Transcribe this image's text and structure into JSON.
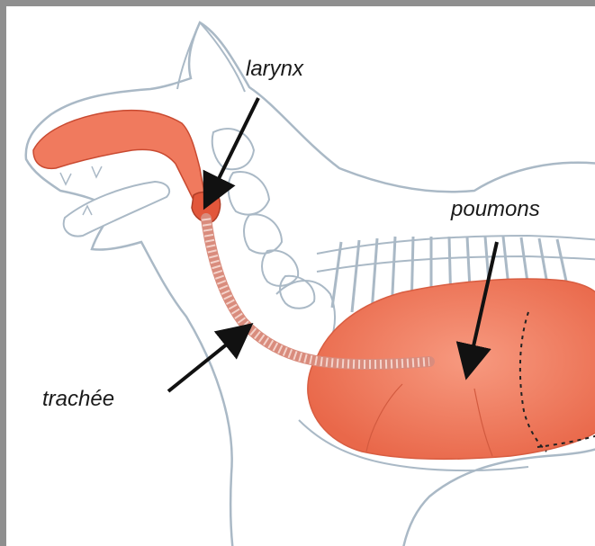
{
  "labels": {
    "larynx": "larynx",
    "poumons": "poumons",
    "trachee": "trachée"
  },
  "colors": {
    "organ": "#f07a5e",
    "organ_dark": "#e2573b",
    "outline": "#aab9c6",
    "arrow": "#111111",
    "frame": "#8f8f8f"
  }
}
